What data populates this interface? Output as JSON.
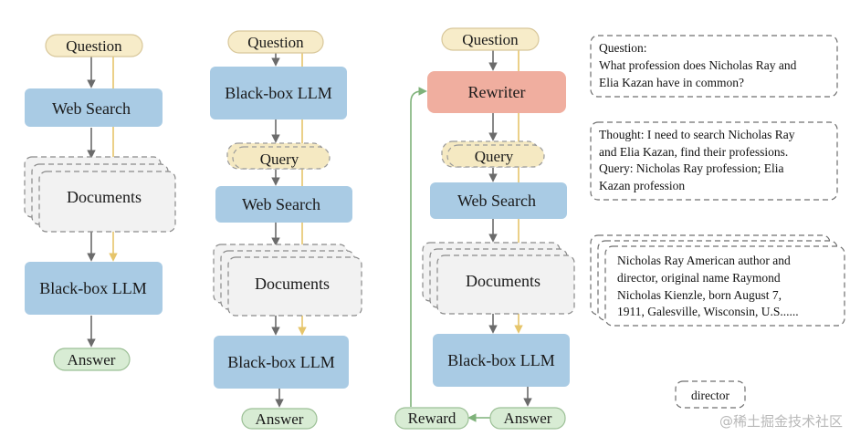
{
  "colors": {
    "question_fill": "#f7ecc9",
    "question_stroke": "#d8c79a",
    "search_fill": "#a9cbe4",
    "llm_fill": "#a9cbe4",
    "docs_fill": "#f2f2f2",
    "docs_stroke": "#8a8a8a",
    "answer_fill": "#d8ecd4",
    "answer_stroke": "#9cc096",
    "rewriter_fill": "#f0ae9f",
    "query_fill": "#f5e9c2",
    "arrow_gray": "#6b6b6b",
    "arrow_yellow": "#e6c56b",
    "arrow_green": "#7fb27a"
  },
  "pipeline1": {
    "question": "Question",
    "web_search": "Web Search",
    "documents": "Documents",
    "llm": "Black-box LLM",
    "answer": "Answer"
  },
  "pipeline2": {
    "question": "Question",
    "llm_top": "Black-box LLM",
    "query": "Query",
    "web_search": "Web Search",
    "documents": "Documents",
    "llm": "Black-box LLM",
    "answer": "Answer"
  },
  "pipeline3": {
    "question": "Question",
    "rewriter": "Rewriter",
    "query": "Query",
    "web_search": "Web Search",
    "documents": "Documents",
    "llm": "Black-box LLM",
    "answer": "Answer",
    "reward": "Reward"
  },
  "example": {
    "question_lines": [
      "Question:",
      "What profession does Nicholas Ray and",
      "Elia Kazan have in common?"
    ],
    "thought_lines": [
      "Thought: I need to search Nicholas Ray",
      "and Elia Kazan, find their professions.",
      "Query: Nicholas Ray profession; Elia",
      "Kazan profession"
    ],
    "doc_lines": [
      "Nicholas Ray American author and",
      "director, original name Raymond",
      "Nicholas Kienzle, born August 7,",
      "1911, Galesville, Wisconsin, U.S......"
    ],
    "answer_text": "director"
  },
  "watermark": "@稀土掘金技术社区"
}
